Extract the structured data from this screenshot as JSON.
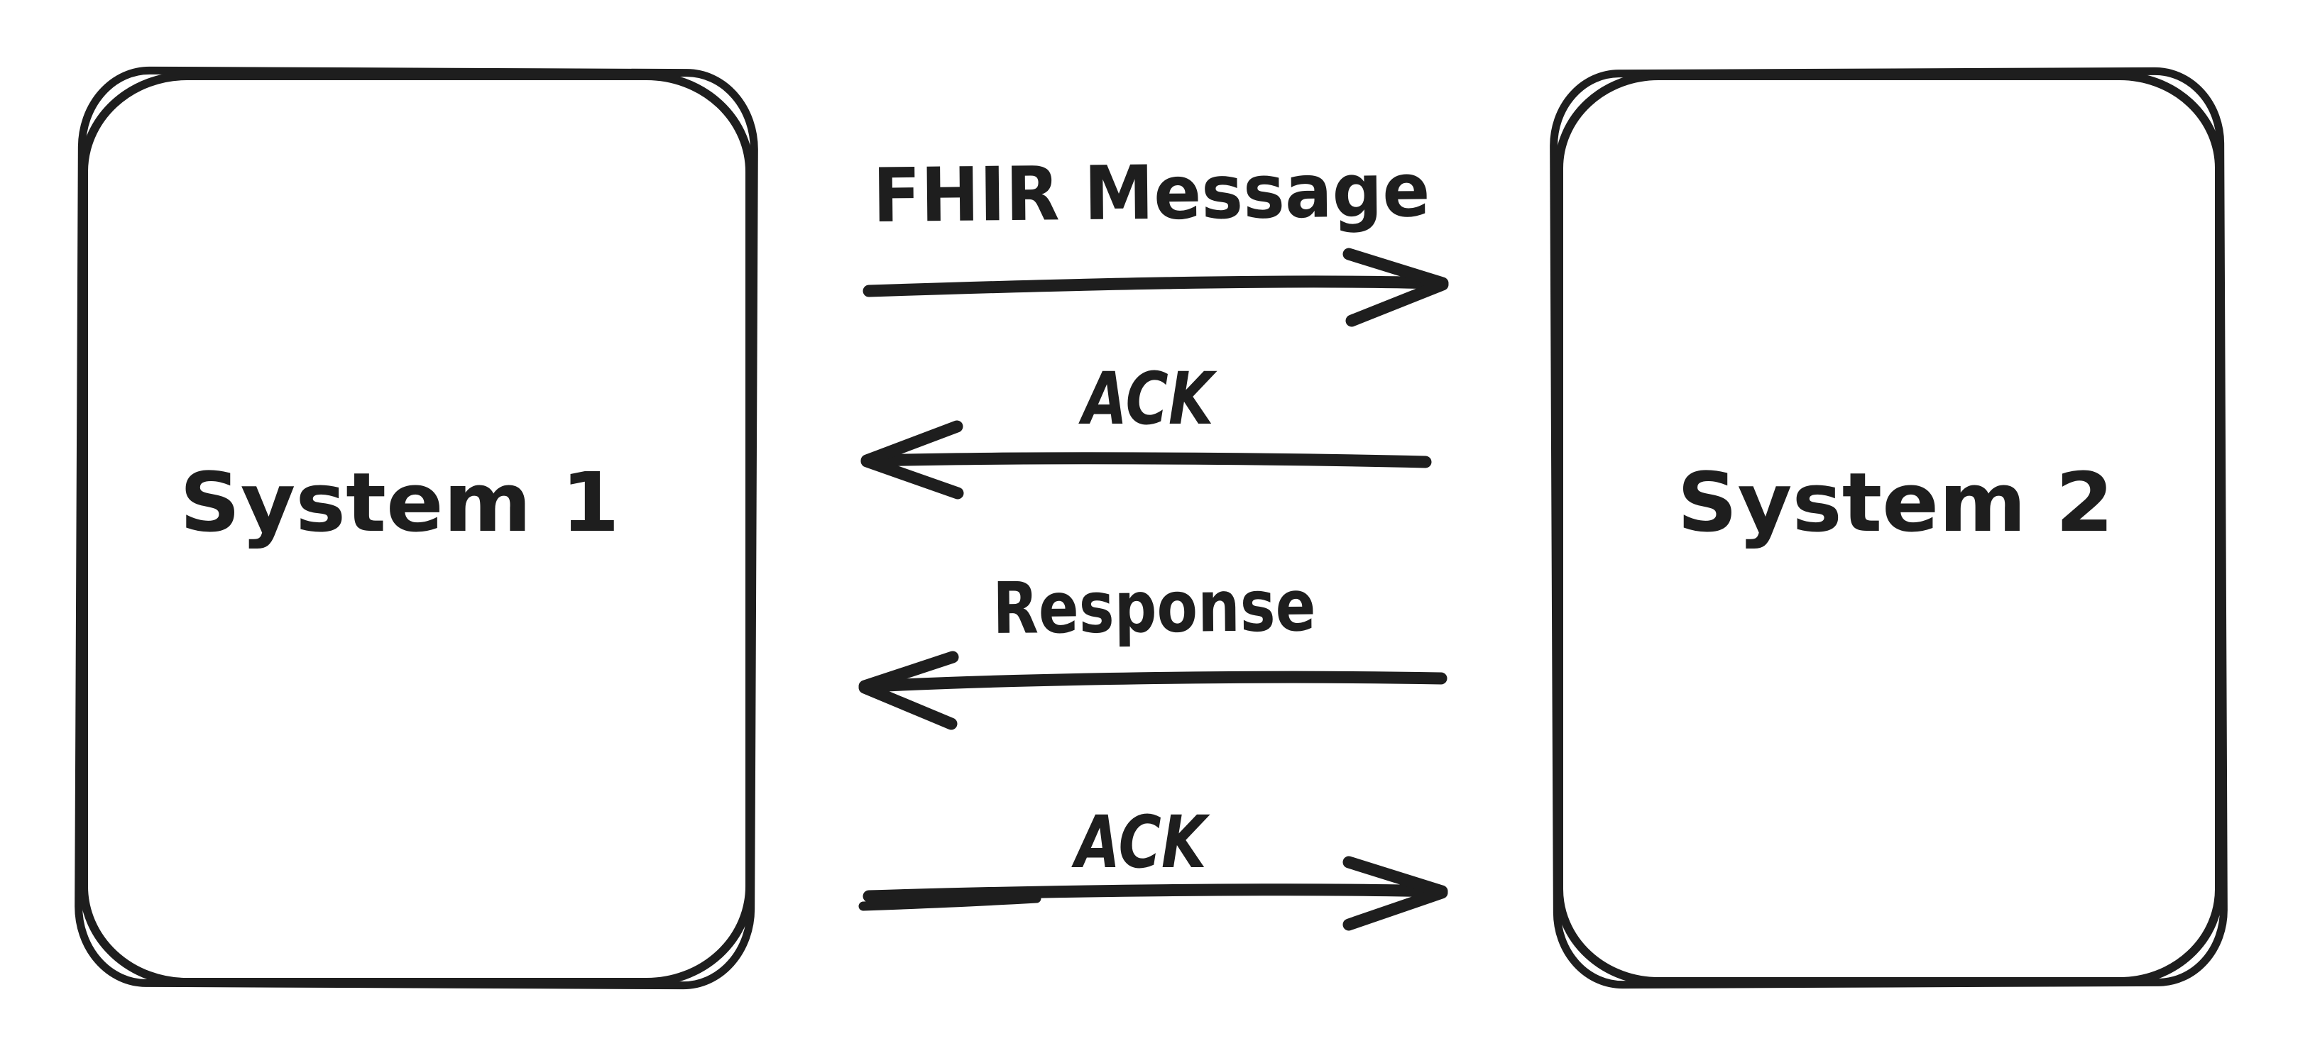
{
  "colors": {
    "background": "#ffffff",
    "ink": "#1e1e1e"
  },
  "systems": [
    {
      "label": "System 1"
    },
    {
      "label": "System 2"
    }
  ],
  "messages": [
    {
      "label": "FHIR Message",
      "direction": "right"
    },
    {
      "label": "ACK",
      "direction": "left"
    },
    {
      "label": "Response",
      "direction": "left"
    },
    {
      "label": "ACK",
      "direction": "right"
    }
  ]
}
